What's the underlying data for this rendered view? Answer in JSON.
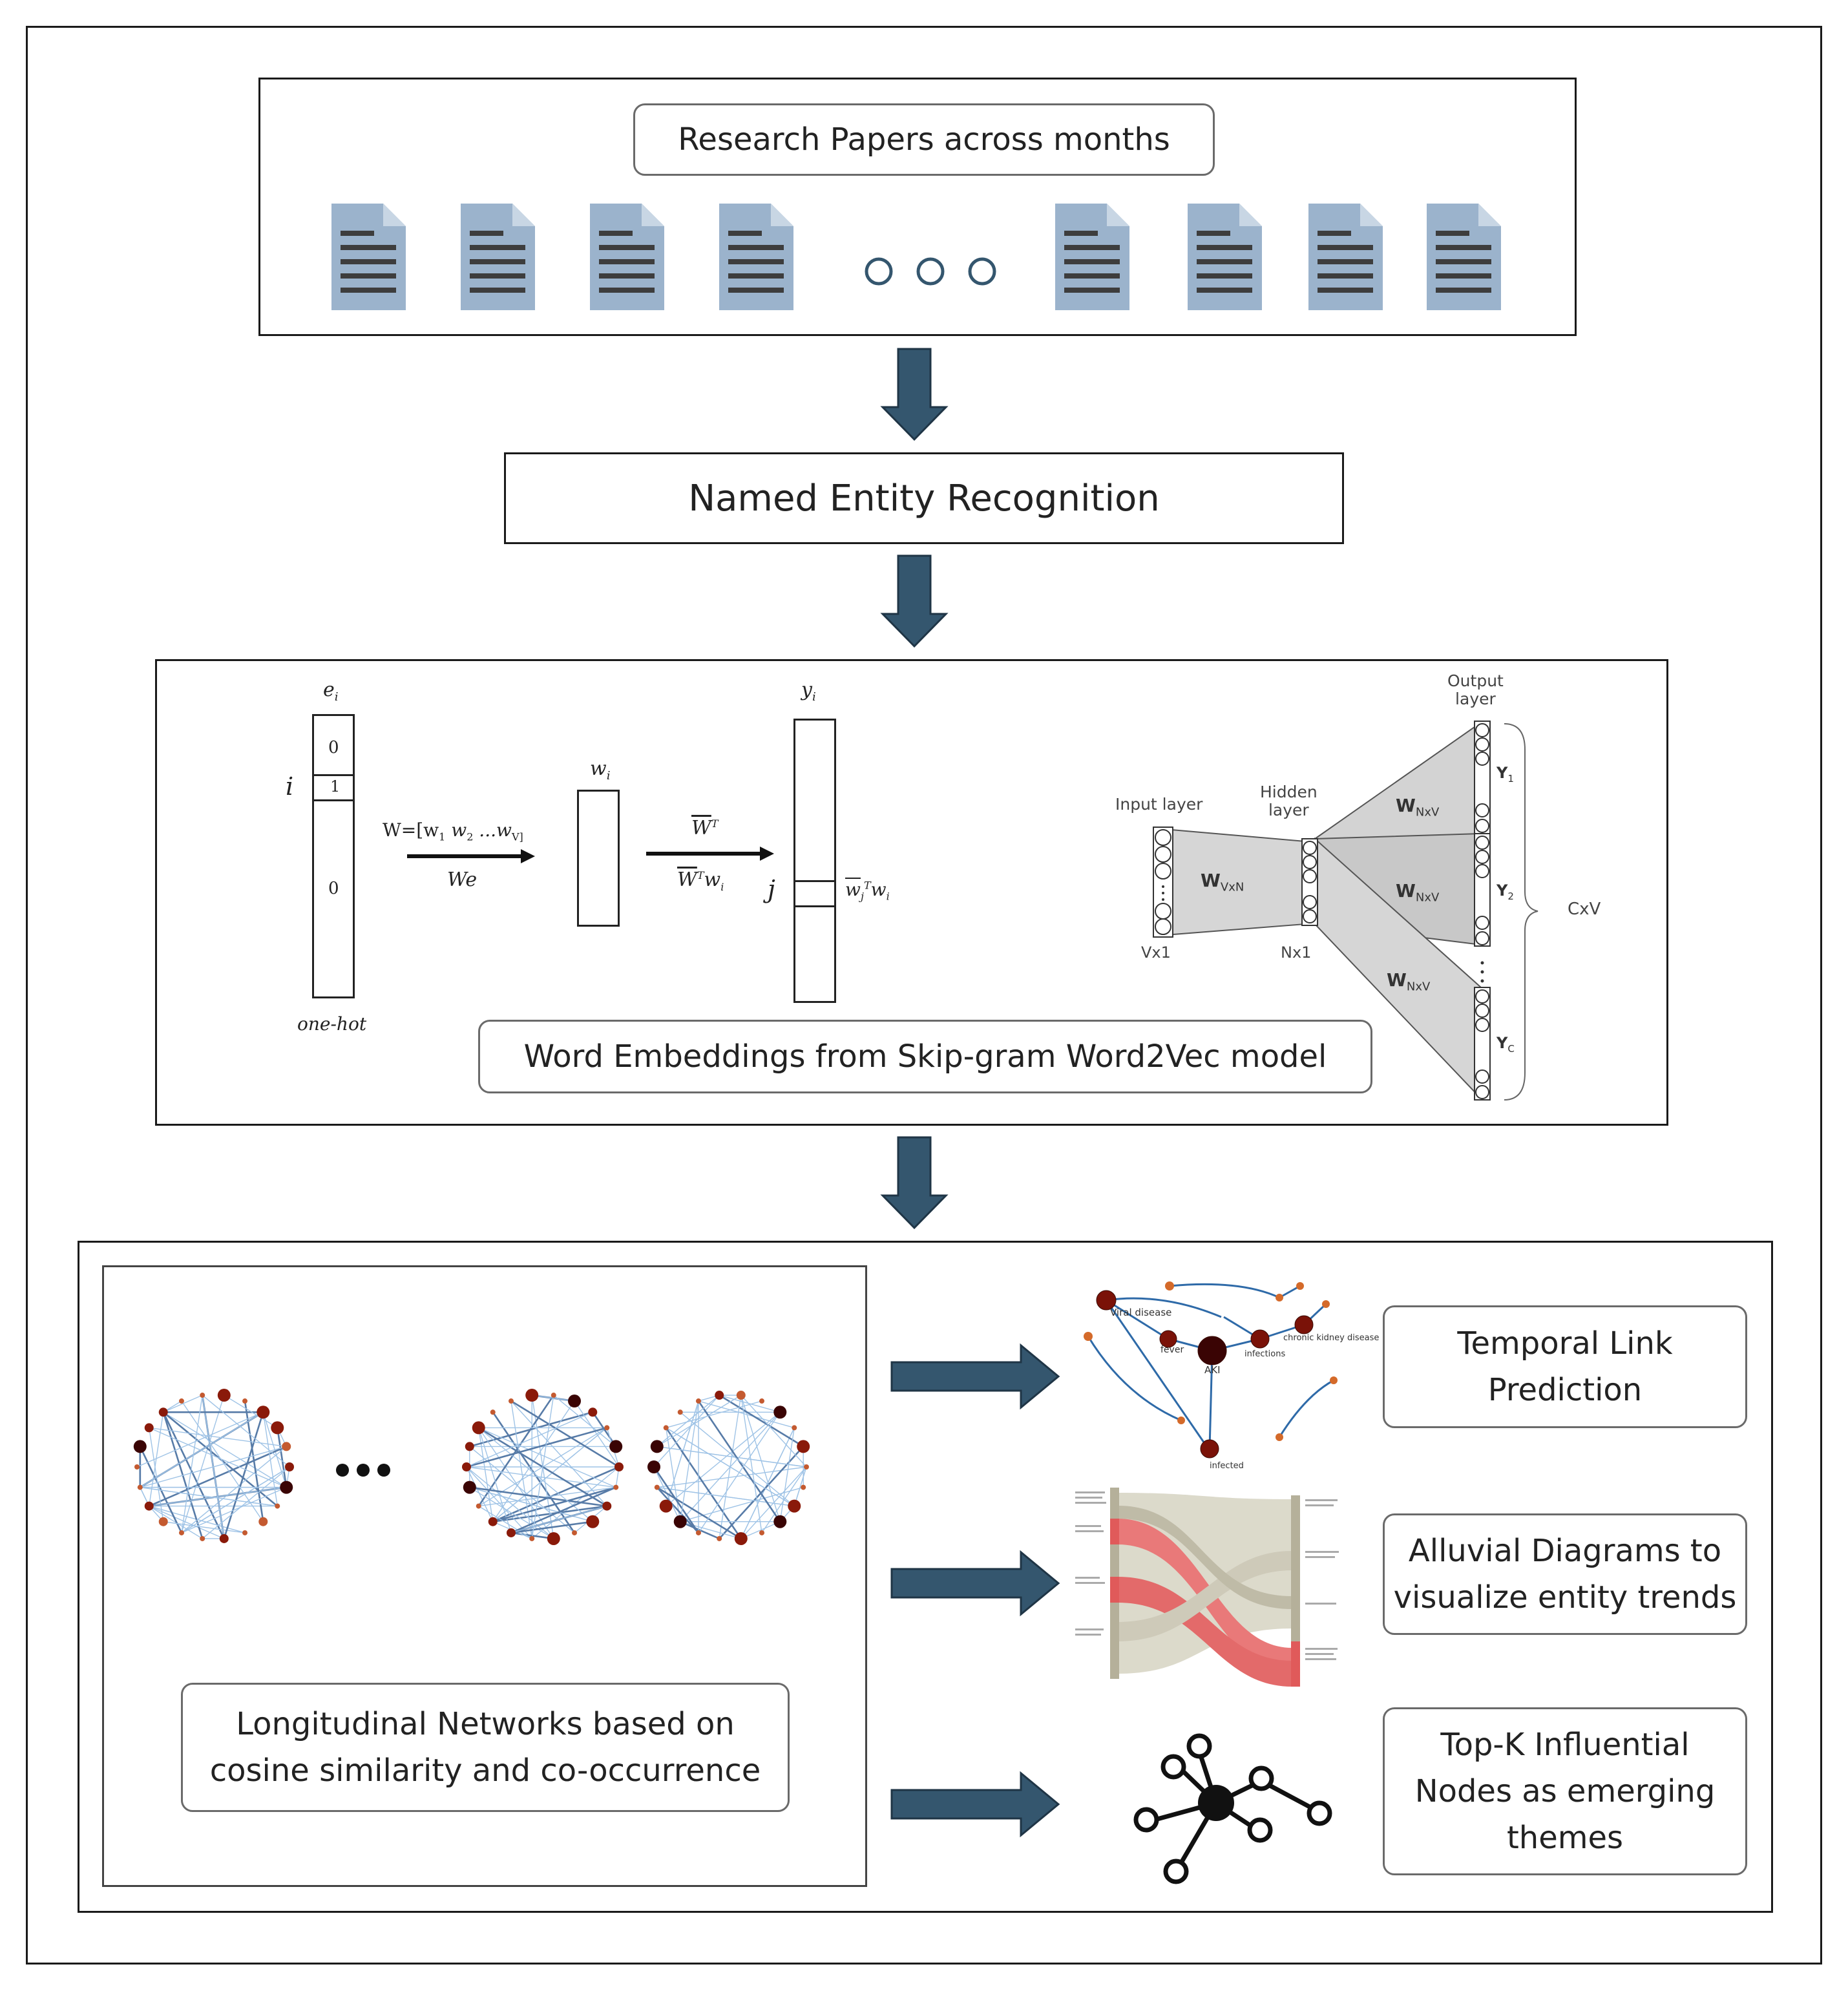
{
  "stage1": {
    "title": "Research Papers across months"
  },
  "stage2": {
    "title": "Named Entity Recognition"
  },
  "stage3": {
    "title": "Word Embeddings from Skip-gram Word2Vec model",
    "left": {
      "ei": "e",
      "ei_sub": "i",
      "i_label": "i",
      "cell0_top": "0",
      "cell1": "1",
      "cell0_bottom": "0",
      "onehot": "one-hot",
      "w_matrix": "W=[w",
      "w_matrix_tail": "w",
      "w_matrix_end": "...w",
      "w_matrix_v": "V]",
      "we": "We",
      "wi": "w",
      "wi_sub": "i",
      "wt": "W",
      "wt_sup": "T",
      "wtwi": "W",
      "yi": "y",
      "yi_sub": "i",
      "j_label": "j",
      "wjtwi": "w"
    },
    "right": {
      "output_layer_1": "Output",
      "output_layer_2": "layer",
      "hidden_layer_1": "Hidden",
      "hidden_layer_2": "layer",
      "input_layer": "Input layer",
      "w_vxn": "W",
      "w_vxn_sub": "VxN",
      "w_nxv": "W",
      "w_nxv_sub": "NxV",
      "y1": "Y",
      "y1_sub": "1",
      "y2": "Y",
      "y2_sub": "2",
      "yc": "Y",
      "yc_sub": "C",
      "vx1": "Vx1",
      "nx1": "Nx1",
      "cxv": "CxV"
    }
  },
  "stage4": {
    "networks_label": "Longitudinal Networks based on cosine similarity and co-occurrence",
    "outputs": [
      {
        "label": "Temporal Link Prediction"
      },
      {
        "label": "Alluvial Diagrams to visualize entity trends"
      },
      {
        "label": "Top-K Influential Nodes as emerging themes"
      }
    ],
    "link_graph_labels": [
      "Viral disease",
      "fever",
      "AKI",
      "infections",
      "chronic kidney disease",
      "infected"
    ]
  },
  "colors": {
    "arrow": "#34566e",
    "doc": "#9bb3cc",
    "doc_lines": "#3d3d3d",
    "network_edge": "#3a78b8",
    "node": "#8a1a0a",
    "alluvial_gray": "#bdb9a4",
    "alluvial_red": "#e05a5a"
  },
  "icons": [
    "document-icon",
    "ellipsis-icon",
    "down-arrow-icon",
    "right-arrow-icon",
    "network-hub-icon"
  ]
}
